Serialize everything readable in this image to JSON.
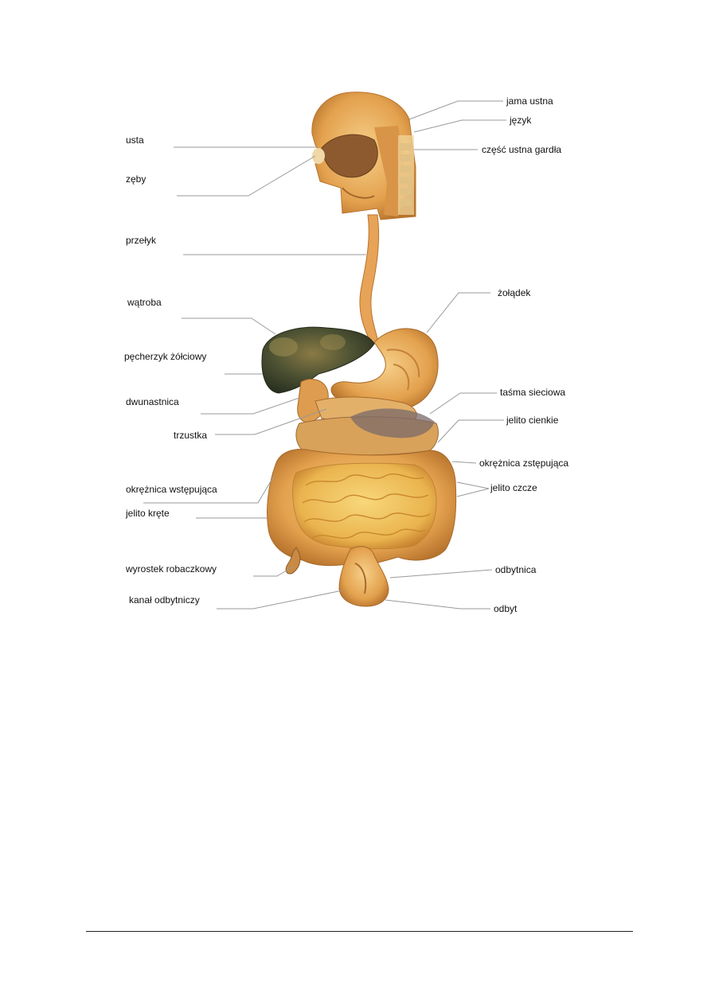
{
  "labels": {
    "jama_ustna": "jama ustna",
    "jezyk": "język",
    "czesc_ustna_gardla": "część ustna gardła",
    "usta": "usta",
    "zeby": "zęby",
    "przelyk": "przełyk",
    "watroba": "wątroba",
    "zoladek": "żołądek",
    "pecherzyk": "pęcherzyk żółciowy",
    "dwunastnica": "dwunastnica",
    "tasma_sieciowa": "taśma sieciowa",
    "trzustka": "trzustka",
    "jelito_cienkie": "jelito cienkie",
    "okreznica_zstepujaca": "okrężnica zstępująca",
    "okreznica_wstepujaca": "okrężnica wstępująca",
    "jelito_czcze": "jelito czcze",
    "jelito_krete": "jelito kręte",
    "wyrostek": "wyrostek robaczkowy",
    "odbytnica": "odbytnica",
    "kanal_odbytniczy": "kanał odbytniczy",
    "odbyt": "odbyt"
  },
  "colors": {
    "organ_base": "#e8a955",
    "organ_light": "#f3c978",
    "organ_shadow": "#b8742d",
    "liver": "#3f4a2e",
    "intestine": "#f2c25a",
    "leader_line": "#9a9a9a"
  }
}
